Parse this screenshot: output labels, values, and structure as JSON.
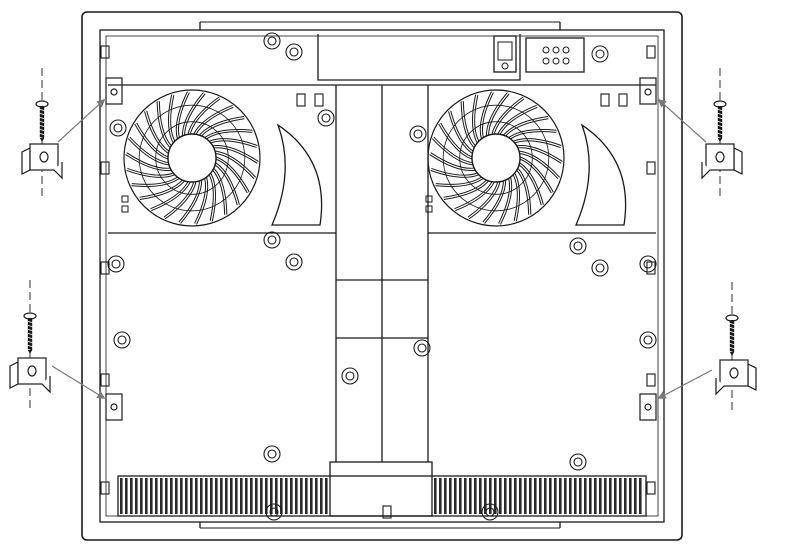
{
  "diagram": {
    "subject": "hob-underside-installation",
    "view": "bottom",
    "components": {
      "cooling_fans": 2,
      "fixing_brackets": 4,
      "fixing_screws": 4,
      "mounting_points": 4
    },
    "icons": [
      "screw-icon",
      "bracket-clip-icon",
      "fan-icon",
      "arrow-icon"
    ],
    "colors": {
      "line": "#1a1a1a",
      "arrow": "#7a7a7a",
      "background": "#ffffff",
      "vent_fill": "#2a2a2a"
    }
  }
}
